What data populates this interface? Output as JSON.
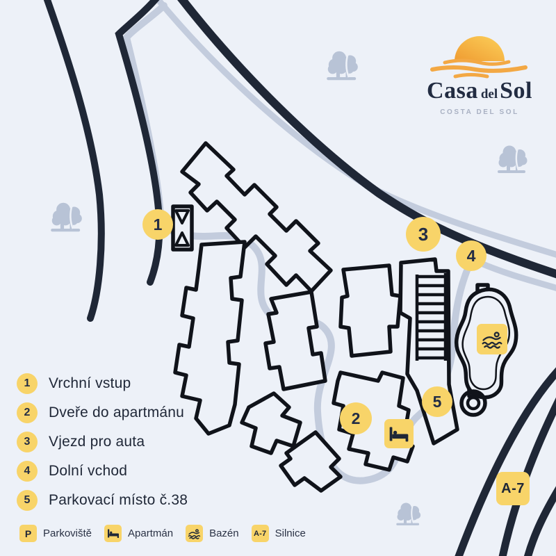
{
  "logo": {
    "casa": "Casa",
    "del": "del",
    "sol": "Sol",
    "subtitle": "COSTA DEL SOL"
  },
  "markers": [
    {
      "label": "1"
    },
    {
      "label": "2"
    },
    {
      "label": "3"
    },
    {
      "label": "4"
    },
    {
      "label": "5"
    }
  ],
  "map_badges": {
    "road": "A-7"
  },
  "list": {
    "items": [
      {
        "num": "1",
        "label": "Vrchní vstup"
      },
      {
        "num": "2",
        "label": "Dveře do apartmánu"
      },
      {
        "num": "3",
        "label": "Vjezd pro auta"
      },
      {
        "num": "4",
        "label": "Dolní vchod"
      },
      {
        "num": "5",
        "label": "Parkovací místo č.38"
      }
    ]
  },
  "legend": {
    "items": [
      {
        "badge": "P",
        "label": "Parkoviště"
      },
      {
        "icon": "bed-icon",
        "label": "Apartmán"
      },
      {
        "icon": "swimmer-icon",
        "label": "Bazén"
      },
      {
        "badge": "A-7",
        "label": "Silnice"
      }
    ]
  },
  "colors": {
    "background": "#edf1f8",
    "road": "#1f2736",
    "walk_path": "#c3ccdd",
    "building_outline": "#10131a",
    "accent_yellow": "#f8d469",
    "navy_text": "#1f2737",
    "tree": "#b8c3d6",
    "sun_orange": "#ef9b31",
    "sun_yellow": "#fcd05a",
    "logo_subtitle_gray": "#a9b1c3"
  }
}
